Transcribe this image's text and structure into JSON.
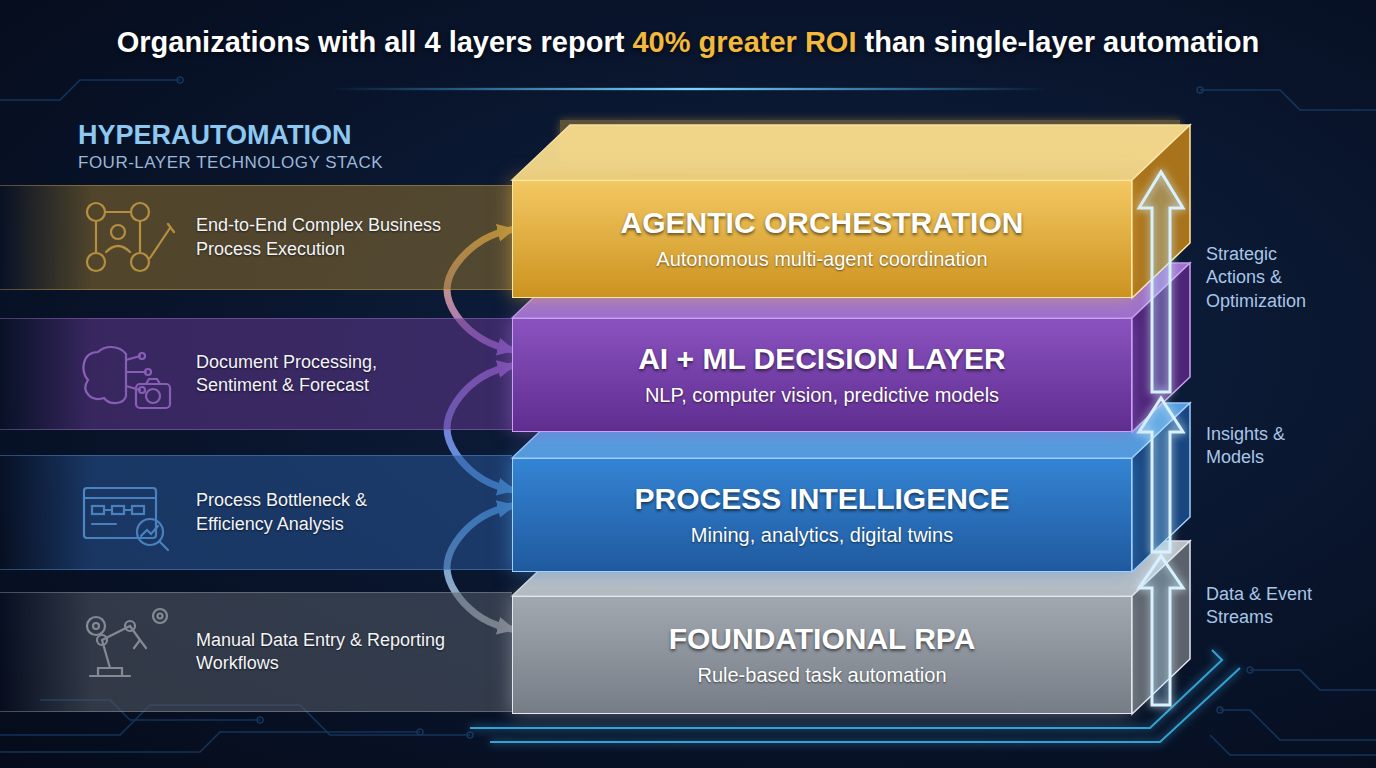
{
  "diagram": {
    "title": "Organizations with all 4 layers report 40% greater ROI than single-layer automation",
    "nodes": [
      {
        "text": [
          "End-to-End Complex Business Process Execution"
        ]
      },
      {
        "text": [
          "AGENTIC ORCHESTRATION",
          "Autonomous multi-agent coordination"
        ]
      },
      {
        "text": [
          "Document Processing, Sentiment & Forecast"
        ]
      },
      {
        "text": [
          "AI + ML DECISION LAYER",
          "NLP, computer vision, predictive models"
        ]
      },
      {
        "text": [
          "Process Bottleneck & Efficiency Analysis"
        ]
      },
      {
        "text": [
          "PROCESS INTELLIGENCE",
          "Mining, analytics, digital twins"
        ]
      },
      {
        "text": [
          "Manual Data Entry & Reporting Workflows"
        ]
      },
      {
        "text": [
          "FOUNDATIONAL RPA",
          "Rule-based task automation"
        ]
      }
    ],
    "edges": [
      {
        "from": 1,
        "to": 3,
        "arrow": "both"
      },
      {
        "from": 3,
        "to": 5,
        "arrow": "both"
      },
      {
        "from": 5,
        "to": 7,
        "arrow": "both"
      }
    ],
    "labels": [
      "HYPERAUTOMATION",
      "FOUR-LAYER TECHNOLOGY STACK",
      "Strategic Actions & Optimization",
      "Insights & Models",
      "Data & Event Streams"
    ]
  }
}
